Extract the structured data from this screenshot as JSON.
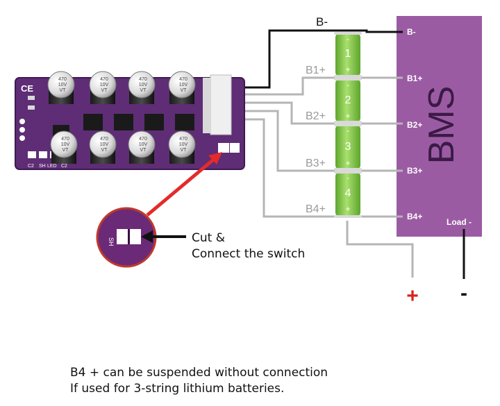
{
  "bms": {
    "title": "BMS",
    "terminals": [
      "B-",
      "B1+",
      "B2+",
      "B3+",
      "B4+"
    ],
    "load_label": "Load -"
  },
  "wire_labels": {
    "b_minus": "B-",
    "b1": "B1+",
    "b2": "B2+",
    "b3": "B3+",
    "b4": "B4+"
  },
  "cells": [
    {
      "number": "1",
      "minus": "-",
      "plus": "+"
    },
    {
      "number": "2",
      "minus": "-",
      "plus": "+"
    },
    {
      "number": "3",
      "minus": "-",
      "plus": "+"
    },
    {
      "number": "4",
      "minus": "-",
      "plus": "+"
    }
  ],
  "output": {
    "plus": "+",
    "minus": "-"
  },
  "board": {
    "capacitor_text": [
      "470",
      "10V",
      "VT"
    ],
    "capacitor_count": 8,
    "silk_labels": [
      "C2",
      "SH",
      "LED",
      "C2"
    ],
    "ce_mark": "CE",
    "switch_label": "SH"
  },
  "callout": {
    "line1": "Cut &",
    "line2": "Connect the switch"
  },
  "caption": {
    "line1": "B4 + can be suspended without connection",
    "line2": "If used for 3-string lithium batteries."
  },
  "colors": {
    "bms_purple": "#9b5ba3",
    "board_purple": "#5e2d75",
    "cell_green": "#8fd15b",
    "wire_gray": "#b5b5b5",
    "arrow_red": "#e32b2b",
    "plus_red": "#d9231c"
  }
}
